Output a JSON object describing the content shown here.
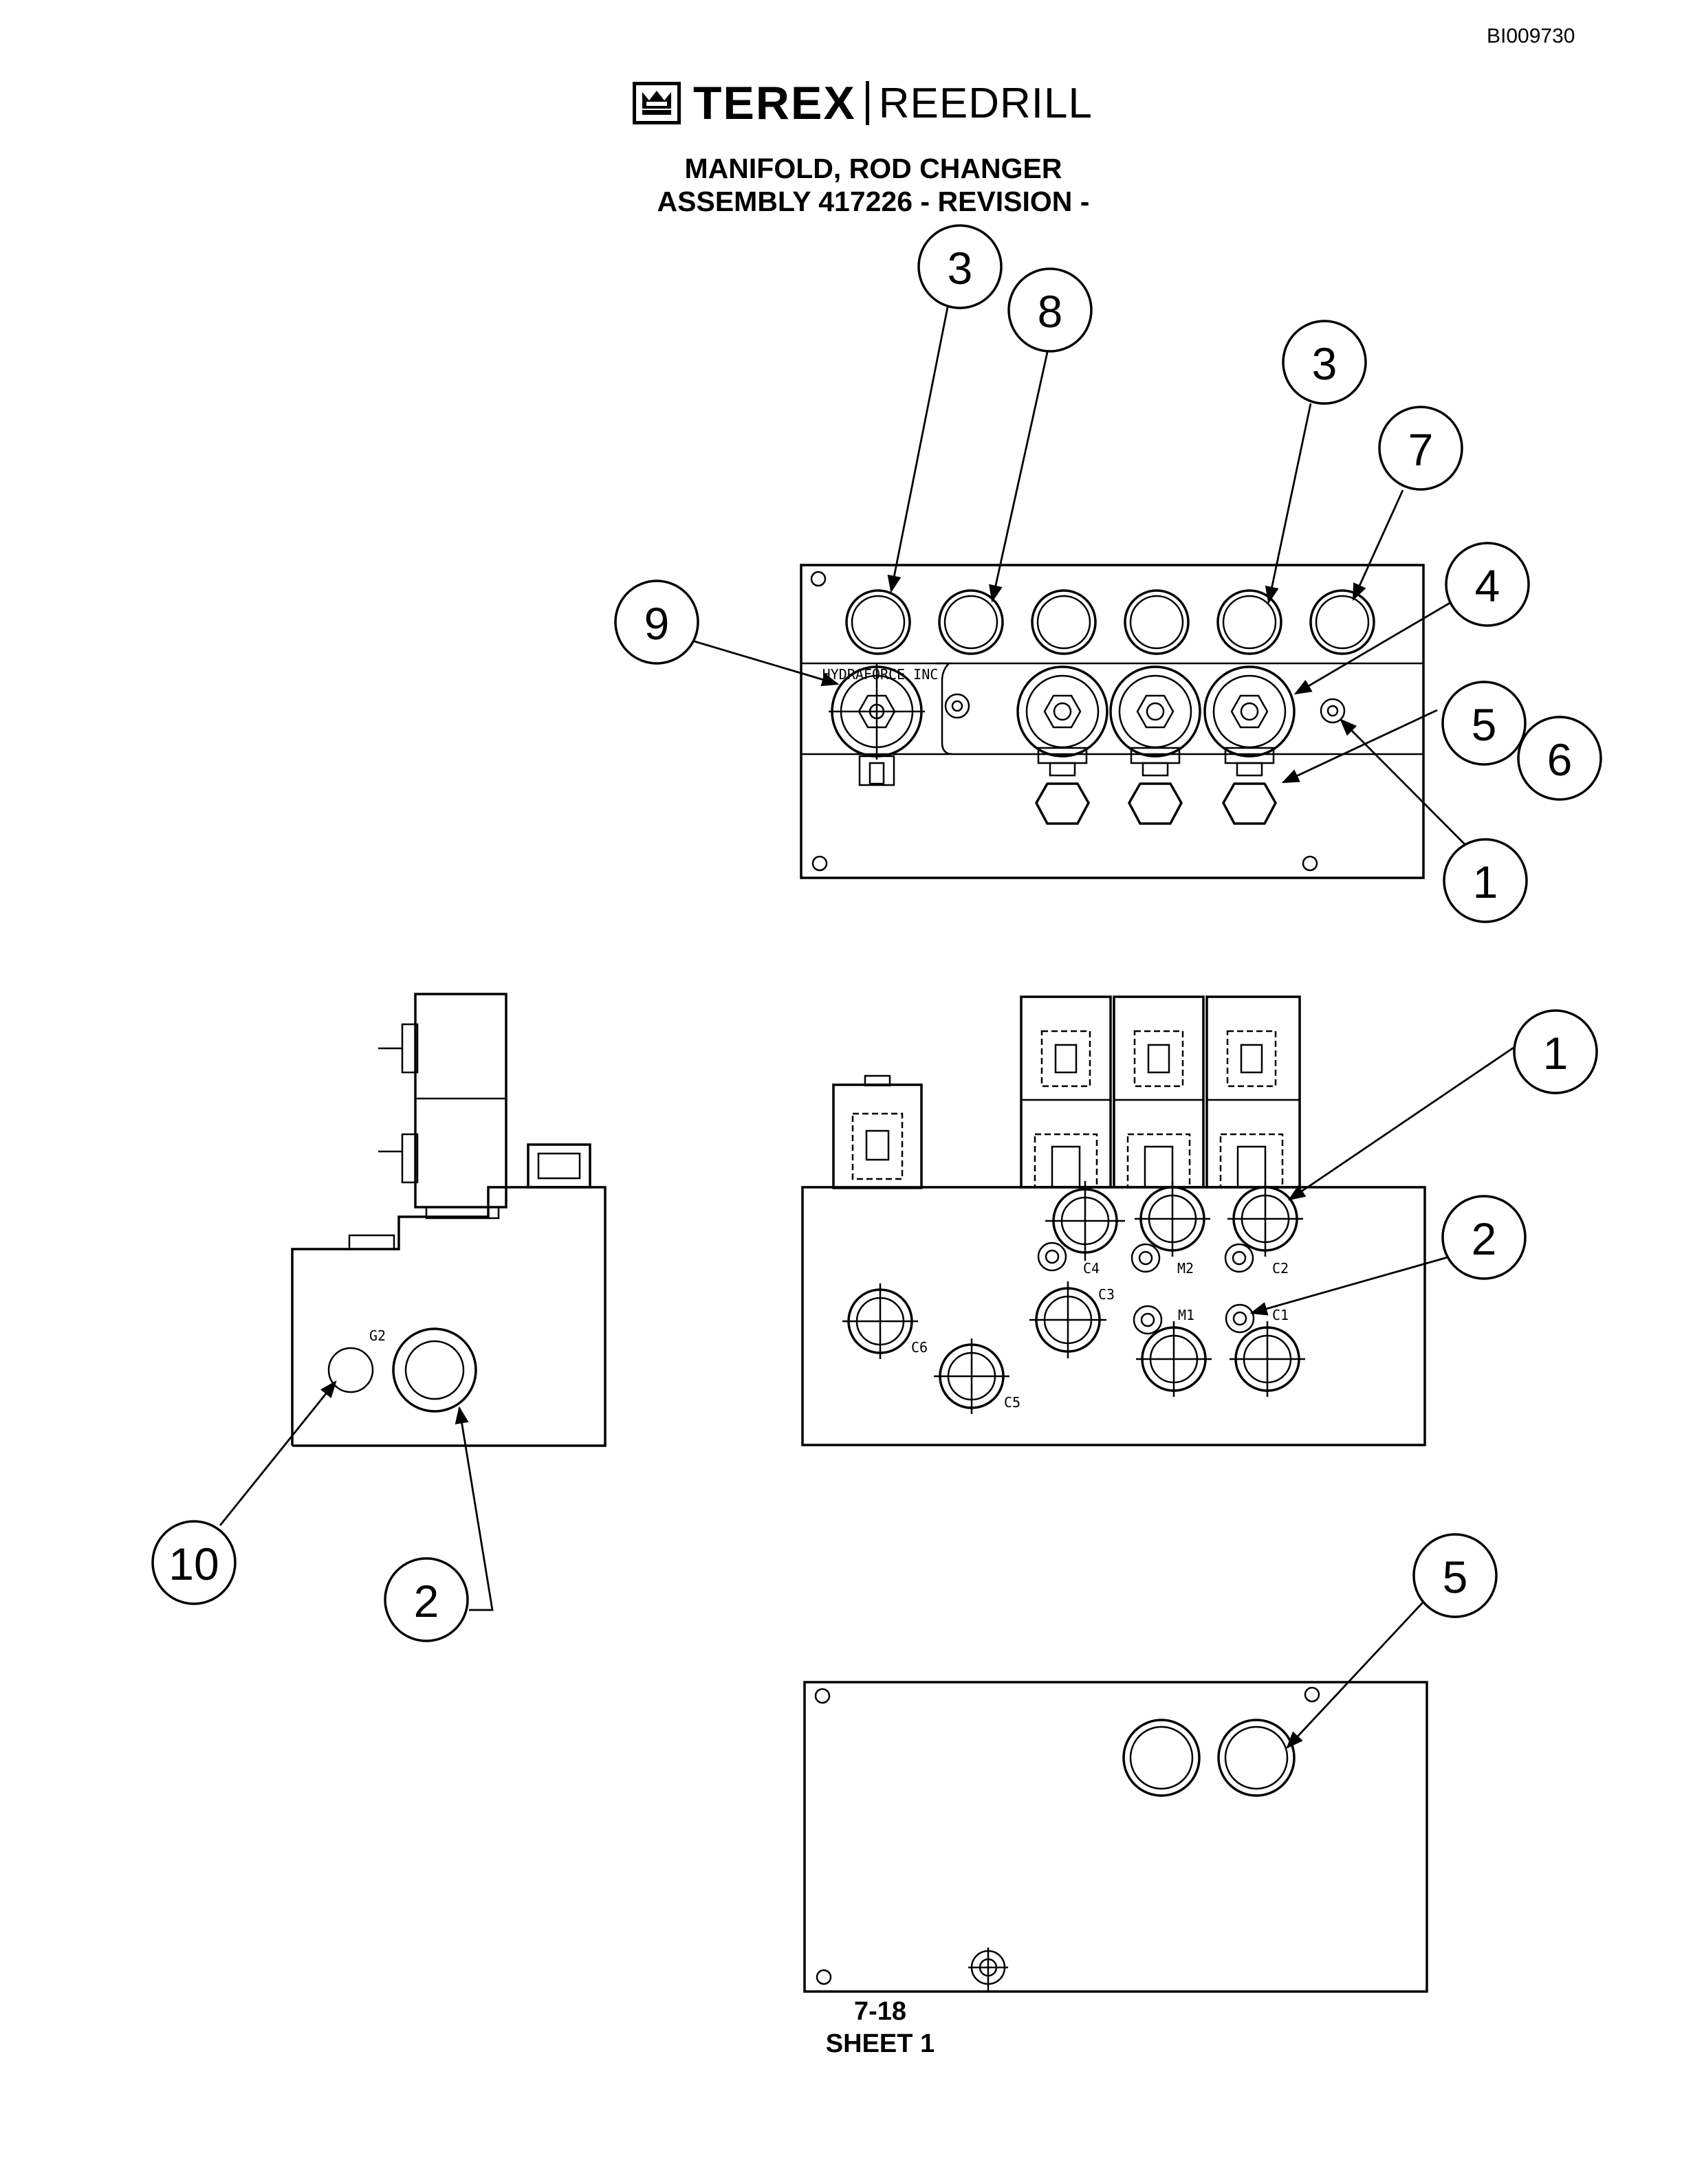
{
  "header": {
    "doc_id": "BI009730",
    "brand": "TEREX",
    "sub_brand": "REEDRILL",
    "title_line1": "MANIFOLD, ROD CHANGER",
    "title_line2": "ASSEMBLY 417226 - REVISION -"
  },
  "footer": {
    "page": "7-18",
    "sheet": "SHEET 1"
  },
  "callouts": {
    "top_3a": "3",
    "top_8": "8",
    "top_3b": "3",
    "top_7": "7",
    "top_4": "4",
    "top_9": "9",
    "top_5": "5",
    "top_6": "6",
    "top_1": "1",
    "front_1": "1",
    "front_2": "2",
    "side_10": "10",
    "side_2": "2",
    "bottom_5": "5"
  },
  "port_labels": {
    "g2": "G2",
    "c1": "C1",
    "c2": "C2",
    "c3": "C3",
    "c4": "C4",
    "c5": "C5",
    "c6": "C6",
    "m1": "M1",
    "m2": "M2"
  },
  "valve_marking": "HYDRAFORCE INC"
}
